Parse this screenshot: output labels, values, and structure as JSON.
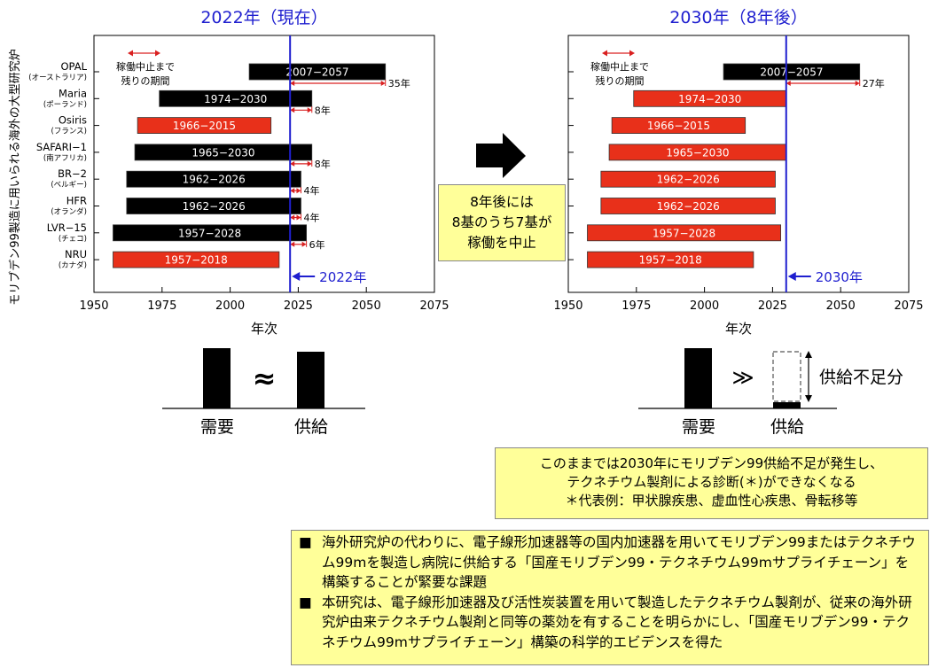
{
  "y_axis_title": "モリブデン99製造に用いられる海外の大型研究炉",
  "charts": [
    {
      "title": "2022年（現在）",
      "marker_label": "2022年",
      "annotation": [
        "稼働中止まで",
        "残りの期間"
      ],
      "opal_remaining": "35年"
    },
    {
      "title": "2030年（8年後）",
      "marker_label": "2030年",
      "annotation": [
        "稼働中止まで",
        "残りの期間"
      ],
      "opal_remaining": "27年"
    }
  ],
  "chart_data": [
    {
      "type": "gantt",
      "title": "2022年（現在）",
      "xlabel": "年次",
      "xlim": [
        1950,
        2075
      ],
      "xticks": [
        1950,
        1975,
        2000,
        2025,
        2050,
        2075
      ],
      "current_year": 2022,
      "reactors": [
        {
          "name": "OPAL",
          "country": "(オーストラリア)",
          "start": 2007,
          "end": 2057,
          "label": "2007−2057",
          "status": "active",
          "remaining": "35年"
        },
        {
          "name": "Maria",
          "country": "(ポーランド)",
          "start": 1974,
          "end": 2030,
          "label": "1974−2030",
          "status": "active",
          "remaining": "8年"
        },
        {
          "name": "Osiris",
          "country": "(フランス)",
          "start": 1966,
          "end": 2015,
          "label": "1966−2015",
          "status": "stopped",
          "remaining": ""
        },
        {
          "name": "SAFARI−1",
          "country": "(南アフリカ)",
          "start": 1965,
          "end": 2030,
          "label": "1965−2030",
          "status": "active",
          "remaining": "8年"
        },
        {
          "name": "BR−2",
          "country": "(ベルギー)",
          "start": 1962,
          "end": 2026,
          "label": "1962−2026",
          "status": "active",
          "remaining": "4年"
        },
        {
          "name": "HFR",
          "country": "(オランダ)",
          "start": 1962,
          "end": 2026,
          "label": "1962−2026",
          "status": "active",
          "remaining": "4年"
        },
        {
          "name": "LVR−15",
          "country": "(チェコ)",
          "start": 1957,
          "end": 2028,
          "label": "1957−2028",
          "status": "active",
          "remaining": "6年"
        },
        {
          "name": "NRU",
          "country": "(カナダ)",
          "start": 1957,
          "end": 2018,
          "label": "1957−2018",
          "status": "stopped",
          "remaining": ""
        }
      ]
    },
    {
      "type": "gantt",
      "title": "2030年（8年後）",
      "xlabel": "年次",
      "xlim": [
        1950,
        2075
      ],
      "xticks": [
        1950,
        1975,
        2000,
        2025,
        2050,
        2075
      ],
      "current_year": 2030,
      "reactors": [
        {
          "name": "OPAL",
          "start": 2007,
          "end": 2057,
          "label": "2007−2057",
          "status": "active",
          "remaining": "27年"
        },
        {
          "name": "Maria",
          "start": 1974,
          "end": 2030,
          "label": "1974−2030",
          "status": "stopped",
          "remaining": ""
        },
        {
          "name": "Osiris",
          "start": 1966,
          "end": 2015,
          "label": "1966−2015",
          "status": "stopped",
          "remaining": ""
        },
        {
          "name": "SAFARI−1",
          "start": 1965,
          "end": 2030,
          "label": "1965−2030",
          "status": "stopped",
          "remaining": ""
        },
        {
          "name": "BR−2",
          "start": 1962,
          "end": 2026,
          "label": "1962−2026",
          "status": "stopped",
          "remaining": ""
        },
        {
          "name": "HFR",
          "start": 1962,
          "end": 2026,
          "label": "1962−2026",
          "status": "stopped",
          "remaining": ""
        },
        {
          "name": "LVR−15",
          "start": 1957,
          "end": 2028,
          "label": "1957−2028",
          "status": "stopped",
          "remaining": ""
        },
        {
          "name": "NRU",
          "start": 1957,
          "end": 2018,
          "label": "1957−2018",
          "status": "stopped",
          "remaining": ""
        }
      ]
    },
    {
      "type": "bar",
      "categories": [
        "需要",
        "供給"
      ],
      "values": [
        1,
        1
      ],
      "relation": "≈"
    },
    {
      "type": "bar",
      "categories": [
        "需要",
        "供給"
      ],
      "values": [
        1,
        0.08
      ],
      "relation": "≫",
      "shortage_label": "供給不足分"
    }
  ],
  "middle_box": [
    "8年後には",
    "8基のうち7基が",
    "稼働を中止"
  ],
  "colors": {
    "active": "#000000",
    "stopped": "#e8301a",
    "marker": "#1f1fcf",
    "arrow": "#d92020",
    "box": "#ffff99",
    "title": "#1f1fcf"
  },
  "warning_box": [
    "このままでは2030年にモリブデン99供給不足が発生し、",
    "テクネチウム製剤による診断(＊)ができなくなる",
    "＊代表例：甲状腺疾患、虚血性心疾患、骨転移等"
  ],
  "bullets": [
    {
      "mark": "■",
      "text": "海外研究炉の代わりに、電子線形加速器等の国内加速器を用いてモリブデン99またはテクネチウム99mを製造し病院に供給する「国産モリブデン99・テクネチウム99mサプライチェーン」を構築することが緊要な課題"
    },
    {
      "mark": "■",
      "text": "本研究は、電子線形加速器及び活性炭装置を用いて製造したテクネチウム製剤が、従来の海外研究炉由来テクネチウム製剤と同等の薬効を有することを明らかにし、「国産モリブデン99・テクネチウム99mサプライチェーン」構築の科学的エビデンスを得た"
    }
  ],
  "supply_panel": {
    "demand_label": "需要",
    "supply_label": "供給"
  }
}
